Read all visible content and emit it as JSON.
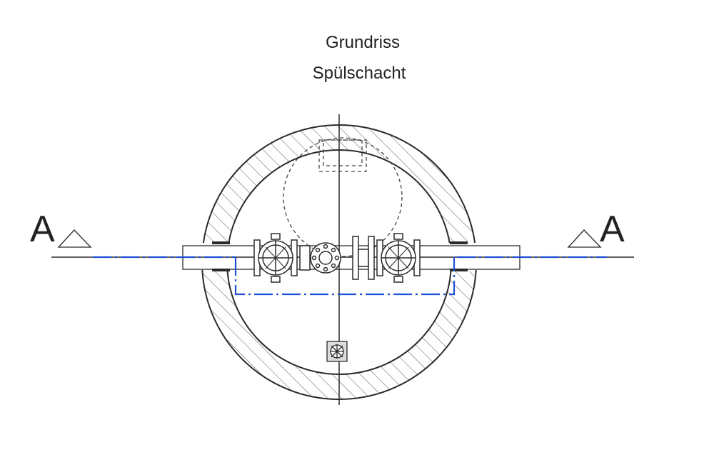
{
  "title": {
    "line1": "Grundriss",
    "line2": "Spülschacht"
  },
  "section_marker": {
    "left_letter": "A",
    "right_letter": "A"
  },
  "colors": {
    "line": "#2b2b2b",
    "section_line": "#1f4fd6",
    "hatch": "#555555",
    "background": "#ffffff"
  }
}
